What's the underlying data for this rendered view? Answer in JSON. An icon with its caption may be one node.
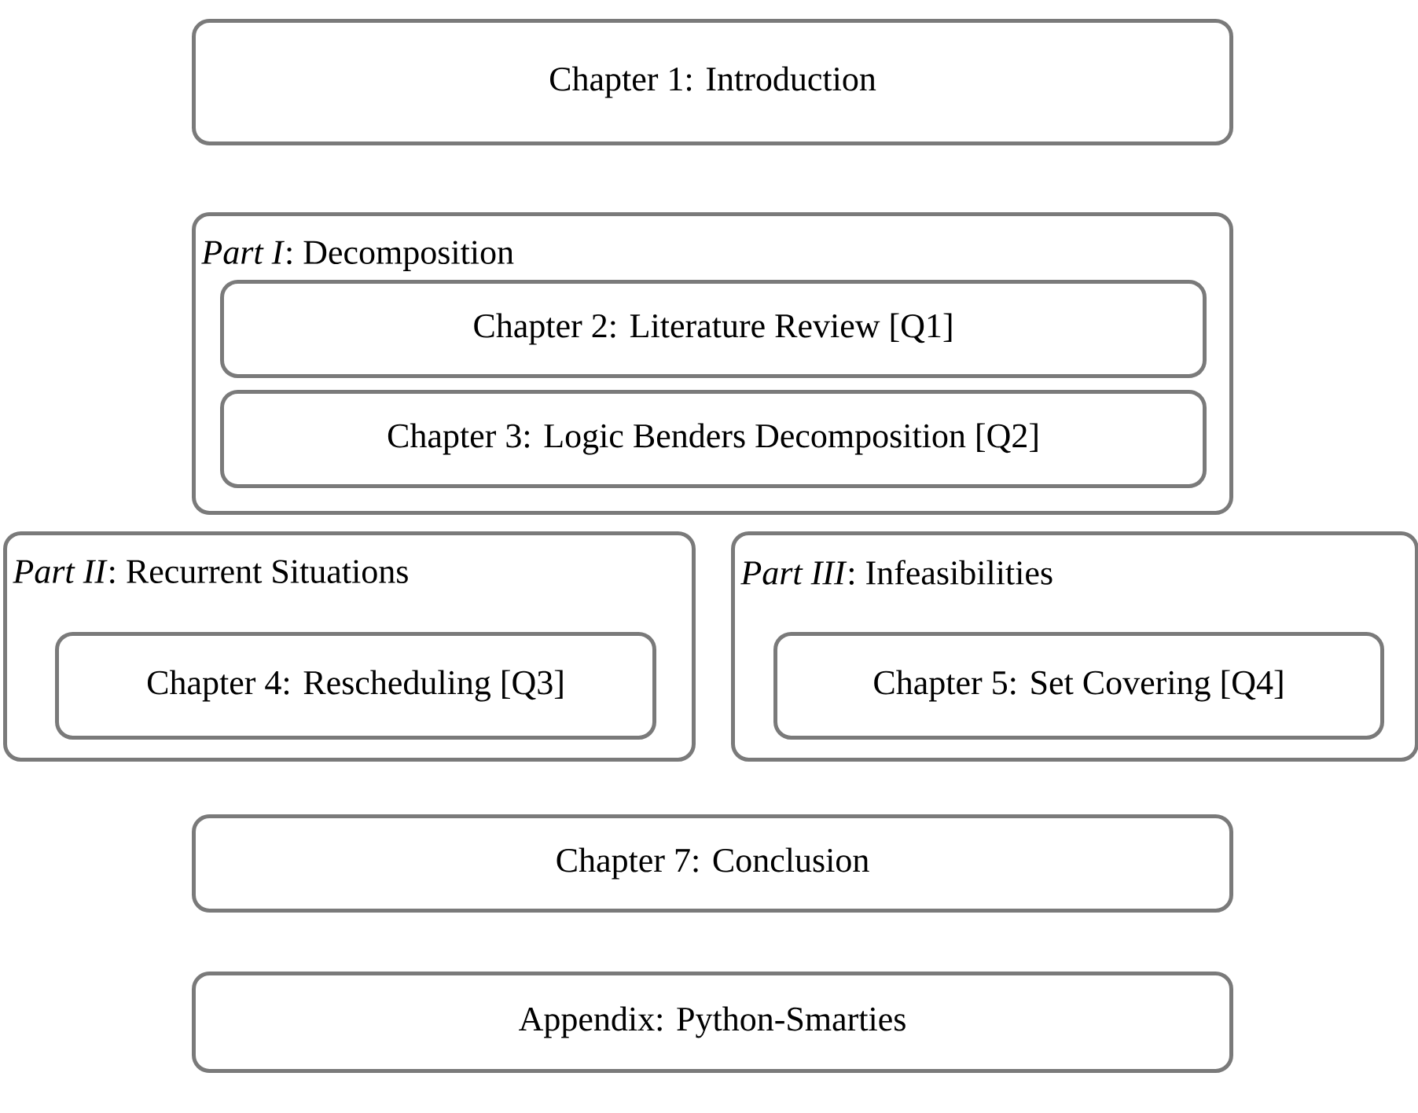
{
  "diagram": {
    "nodes": [
      {
        "text": [
          "Chapter 1: Introduction"
        ]
      },
      {
        "text": [
          "*Part I*: Decomposition"
        ]
      },
      {
        "text": [
          "Chapter 2: Literature Review [Q1]"
        ],
        "in": 1
      },
      {
        "text": [
          "Chapter 3: Logic Benders Decomposition [Q2]"
        ],
        "in": 1
      },
      {
        "text": [
          "*Part II*: Recurrent Situations"
        ]
      },
      {
        "text": [
          "Chapter 4: Rescheduling [Q3]"
        ],
        "in": 4
      },
      {
        "text": [
          "*Part III*: Infeasibilities"
        ]
      },
      {
        "text": [
          "Chapter 5: Set Covering [Q4]"
        ],
        "in": 6
      },
      {
        "text": [
          "Chapter 7: Conclusion"
        ]
      },
      {
        "text": [
          "Appendix: Python-Smarties"
        ]
      }
    ]
  }
}
